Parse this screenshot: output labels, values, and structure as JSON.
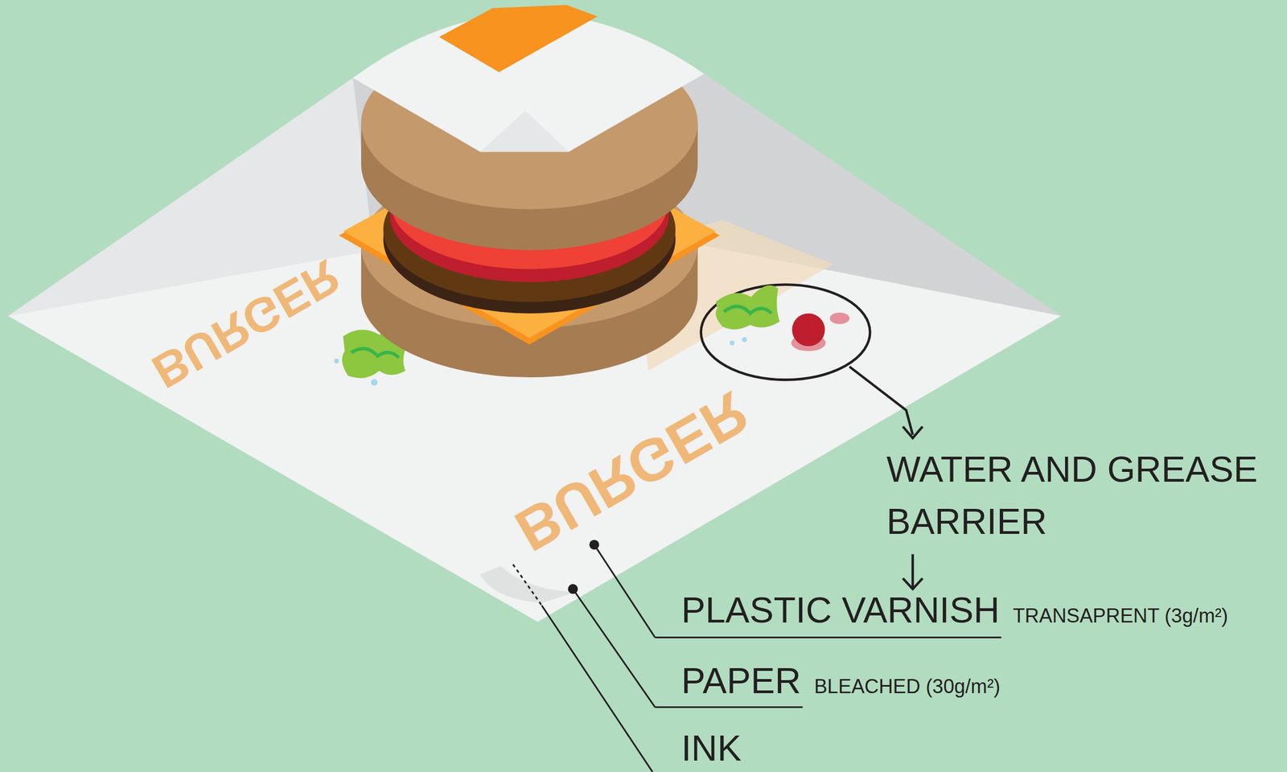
{
  "diagram": {
    "labels": [
      "BURGER",
      "BURGER",
      "WATER AND GREASE BARRIER",
      "PLASTIC VARNISH",
      "TRANSAPRENT (3g/m²)",
      "PAPER",
      "BLEACHED (30g/m²)",
      "INK"
    ]
  }
}
